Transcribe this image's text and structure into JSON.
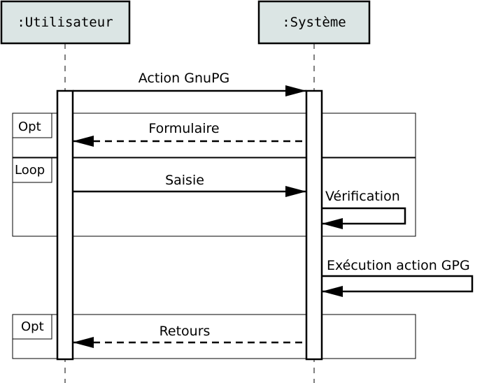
{
  "participants": {
    "user": {
      "label": ":Utilisateur"
    },
    "system": {
      "label": ":Système"
    }
  },
  "messages": {
    "action_gnupg": "Action GnuPG",
    "formulaire": "Formulaire",
    "saisie": "Saisie",
    "verification": "Vérification",
    "execution": "Exécution action GPG",
    "retours": "Retours"
  },
  "fragments": {
    "opt_1": "Opt",
    "loop": "Loop",
    "opt_2": "Opt"
  },
  "colors": {
    "participant_fill": "#dbe5e4",
    "line": "#000000"
  }
}
